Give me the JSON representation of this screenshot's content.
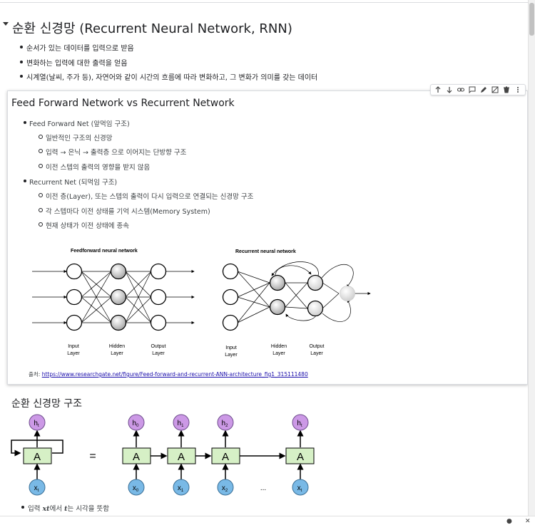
{
  "section1": {
    "title": "순환 신경망 (Recurrent Neural Network, RNN)",
    "bullets": [
      "순서가 있는 데이터를 입력으로 받음",
      "변화하는 입력에 대한 출력을 얻음",
      "시계열(날씨, 주가 등), 자연어와 같이 시간의 흐름에 따라 변화하고, 그 변화가 의미를 갖는 데이터"
    ]
  },
  "toolbar": {
    "icons": [
      "arrow-up-icon",
      "arrow-down-icon",
      "link-icon",
      "comment-icon",
      "edit-icon",
      "mirror-cell-icon",
      "delete-icon",
      "more-icon"
    ]
  },
  "section2": {
    "title": "Feed Forward Network vs Recurrent Network",
    "ff_label": "Feed Forward Net (앞먹임 구조)",
    "ff_items": [
      "일반적인 구조의 신경망",
      "입력 → 은닉 → 출력층 으로 이어지는 단방향 구조",
      "이전 스텝의 출력의 영향을 받지 않음"
    ],
    "rn_label": "Recurrent Net (되먹임 구조)",
    "rn_items": [
      "이전 층(Layer), 또는 스텝의 출력이 다시 입력으로 연결되는 신경망 구조",
      "각 스텝마다 이전 상태를 기억 시스템(Memory System)",
      "현재 상태가 이전 상태에 종속"
    ],
    "figure": {
      "ff_title": "Feedforward neural network",
      "rn_title": "Recurrent neural network",
      "input_layer_1": "Input",
      "input_layer_2": "Layer",
      "hidden_layer_1": "Hidden",
      "hidden_layer_2": "Layer",
      "output_layer_1": "Output",
      "output_layer_2": "Layer"
    },
    "source_prefix": "출처: ",
    "source_url": "https://www.researchgate.net/figure/Feed-forward-and-recurrent-ANN-architecture_fig1_315111480"
  },
  "section3": {
    "title": "순환 신경망 구조",
    "diagram": {
      "cell_label": "A",
      "equals": "=",
      "ellipsis": "...",
      "h_labels": [
        "h",
        "h",
        "h",
        "h",
        "h"
      ],
      "h_subs": [
        "t",
        "0",
        "1",
        "2",
        "t"
      ],
      "x_labels": [
        "x",
        "x",
        "x",
        "x",
        "x"
      ],
      "x_subs": [
        "t",
        "0",
        "1",
        "2",
        "t"
      ]
    },
    "note_prefix": "입력 ",
    "note_var1": "xt",
    "note_mid": "에서 ",
    "note_var2": "t",
    "note_suffix": "는 시각을 뜻함"
  },
  "colors": {
    "h_node": "#cc99e6",
    "x_node": "#79b9e6",
    "a_cell": "#d6f0c6",
    "link": "#1a0dab"
  }
}
